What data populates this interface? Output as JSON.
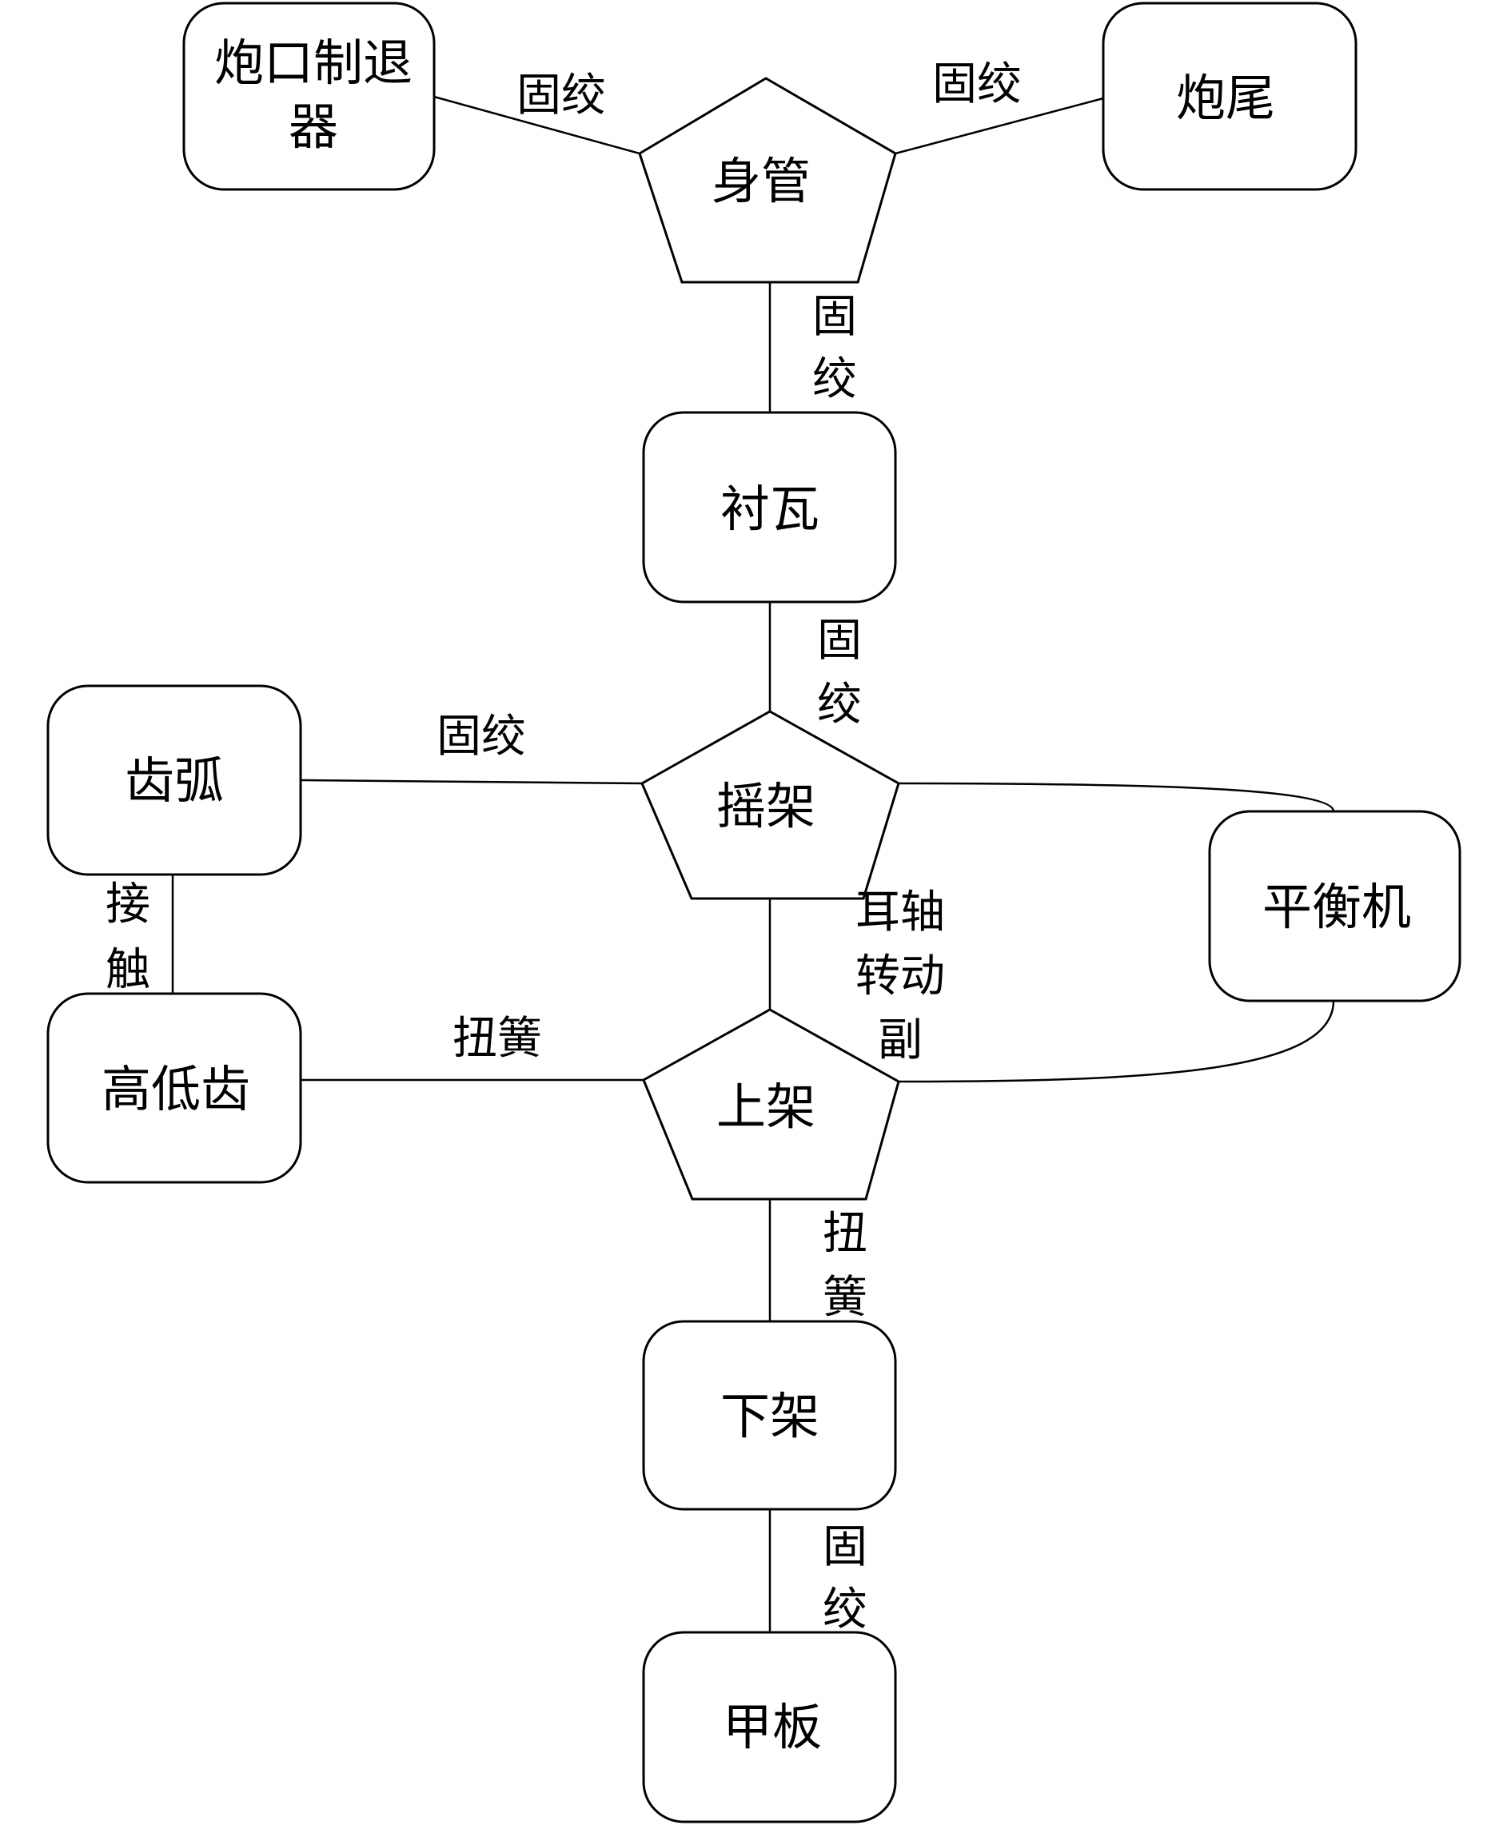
{
  "nodes": {
    "muzzle_brake": {
      "label_line1": "炮口制退",
      "label_line2": "器"
    },
    "breech": {
      "label": "炮尾"
    },
    "barrel": {
      "label": "身管"
    },
    "bushing": {
      "label": "衬瓦"
    },
    "cradle": {
      "label": "摇架"
    },
    "gear_arc": {
      "label": "齿弧"
    },
    "elevation_gear": {
      "label": "高低齿"
    },
    "upper_carriage": {
      "label": "上架"
    },
    "balancer": {
      "label": "平衡机"
    },
    "lower_carriage": {
      "label": "下架"
    },
    "deck": {
      "label": "甲板"
    }
  },
  "edges": {
    "muzzle_barrel": {
      "label": "固绞"
    },
    "breech_barrel": {
      "label": "固绞"
    },
    "barrel_bushing": {
      "line1": "固",
      "line2": "绞"
    },
    "bushing_cradle": {
      "line1": "固",
      "line2": "绞"
    },
    "gear_arc_cradle": {
      "label": "固绞"
    },
    "gear_arc_elevation": {
      "line1": "接",
      "line2": "触"
    },
    "elevation_upper": {
      "label": "扭簧"
    },
    "cradle_upper": {
      "line1": "耳轴",
      "line2": "转动",
      "line3": "副"
    },
    "upper_lower": {
      "line1": "扭",
      "line2": "簧"
    },
    "lower_deck": {
      "line1": "固",
      "line2": "绞"
    }
  }
}
